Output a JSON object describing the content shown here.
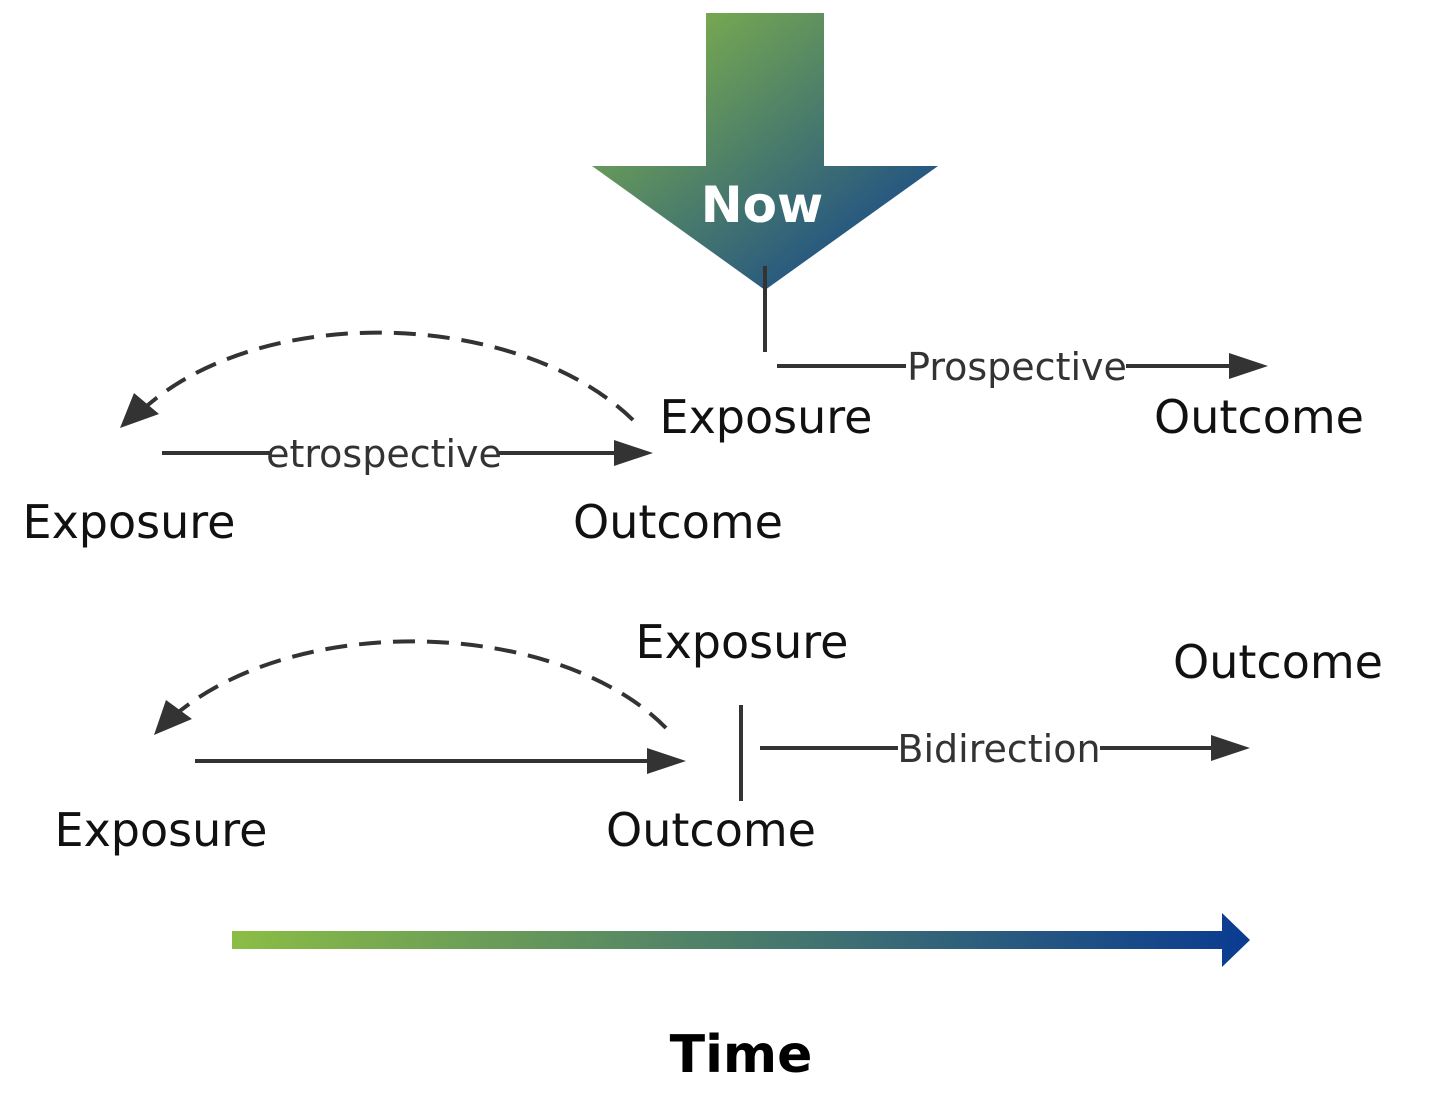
{
  "now_label": "Now",
  "time_label": "Time",
  "colors": {
    "gradient_start": "#8bbd45",
    "gradient_end": "#0a3b91",
    "line": "#333333"
  },
  "prospective": {
    "label": "Prospective",
    "exposure": "Exposure",
    "outcome": "Outcome"
  },
  "retrospective": {
    "label": "etrospective",
    "exposure": "Exposure",
    "outcome": "Outcome"
  },
  "bidirection": {
    "label": "Bidirection",
    "exposure_top": "Exposure",
    "outcome_top": "Outcome",
    "exposure_bottom": "Exposure",
    "outcome_bottom": "Outcome"
  }
}
